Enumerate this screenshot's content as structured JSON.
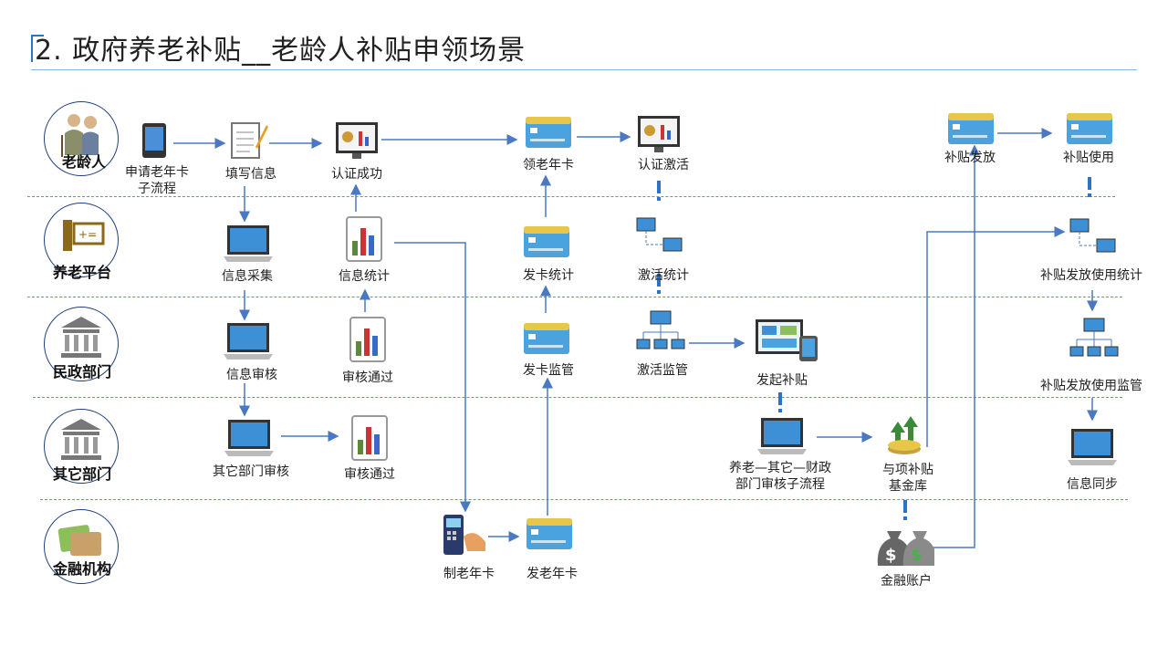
{
  "title": "2. 政府养老补贴__老龄人补贴申领场景",
  "roles": {
    "elderly": "老龄人",
    "platform": "养老平台",
    "civil_affairs": "民政部门",
    "other_dept": "其它部门",
    "financial": "金融机构"
  },
  "nodes": {
    "apply_card_line1": "申请老年卡",
    "apply_card_line2": "子流程",
    "fill_info": "填写信息",
    "auth_success": "认证成功",
    "get_card": "领老年卡",
    "auth_activate": "认证激活",
    "subsidy_issue": "补贴发放",
    "subsidy_use": "补贴使用",
    "info_collect": "信息采集",
    "info_stats": "信息统计",
    "card_stats": "发卡统计",
    "activate_stats": "激活统计",
    "use_stats": "补贴发放使用统计",
    "info_review": "信息审核",
    "review_pass_1": "审核通过",
    "card_supervise": "发卡监管",
    "activate_supervise": "激活监管",
    "start_subsidy": "发起补贴",
    "use_supervise": "补贴发放使用监管",
    "other_review": "其它部门审核",
    "review_pass_2": "审核通过",
    "sub_flow_line1": "养老—其它—财政",
    "sub_flow_line2": "部门审核子流程",
    "fund_line1": "与项补贴",
    "fund_line2": "基金库",
    "info_sync": "信息同步",
    "make_card": "制老年卡",
    "issue_card": "发老年卡",
    "finance_account": "金融账户"
  }
}
